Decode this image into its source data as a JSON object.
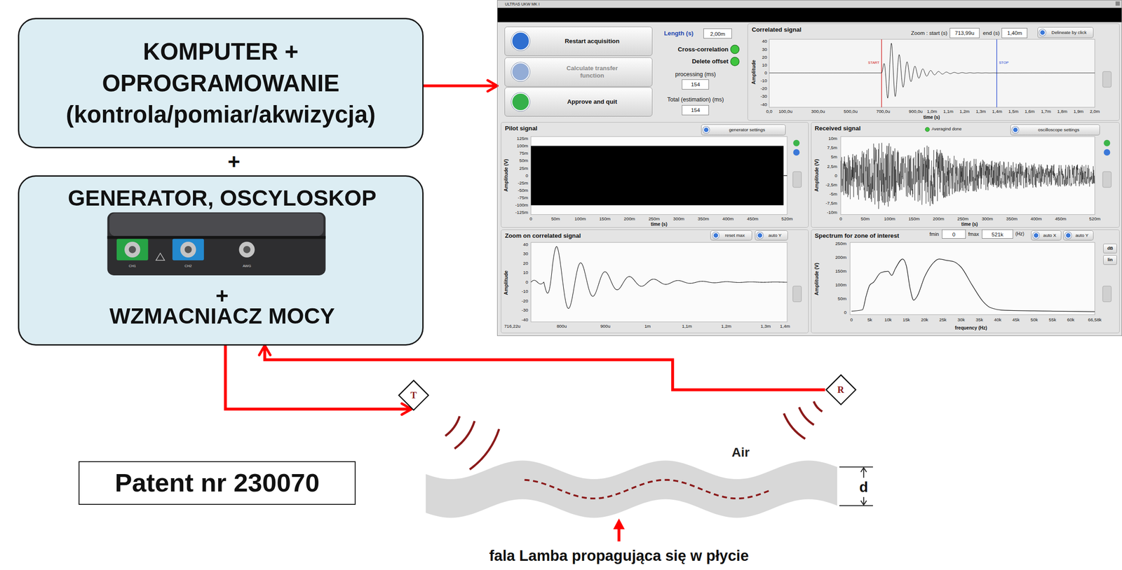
{
  "diagram": {
    "nodes": [
      {
        "text": [
          "KOMPUTER + OPROGRAMOWANIE (kontrola/pomiar/akwizycja)"
        ]
      },
      {
        "text": [
          "GENERATOR, OSCYLOSKOP",
          "+",
          "WZMACNIACZ MOCY"
        ]
      },
      {
        "text": [
          "ULTRAS UKW MK I"
        ]
      },
      {
        "text": [
          "Restart acquisition"
        ],
        "in": 2
      },
      {
        "text": [
          "Calculate transfer function"
        ],
        "in": 2
      },
      {
        "text": [
          "Approve and quit"
        ],
        "in": 2
      },
      {
        "text": [
          "2,00m"
        ],
        "in": 2
      },
      {
        "text": [
          "154"
        ],
        "in": 2
      },
      {
        "text": [
          "154"
        ],
        "in": 2
      },
      {
        "text": [
          "Correlated signal"
        ],
        "in": 2
      },
      {
        "text": [
          "713,99u"
        ],
        "in": 9
      },
      {
        "text": [
          "1,40m"
        ],
        "in": 9
      },
      {
        "text": [
          "Delineate by click"
        ],
        "in": 9
      },
      {
        "text": [
          "Pilot signal"
        ],
        "in": 2
      },
      {
        "text": [
          "generator settings"
        ],
        "in": 13
      },
      {
        "text": [
          "Received signal"
        ],
        "in": 2
      },
      {
        "text": [
          "oscilloscope settings"
        ],
        "in": 15
      },
      {
        "text": [
          "Zoom on correlated signal"
        ],
        "in": 2
      },
      {
        "text": [
          "reset max"
        ],
        "in": 17
      },
      {
        "text": [
          "auto Y"
        ],
        "in": 17
      },
      {
        "text": [
          "Spectrum for zone of interest"
        ],
        "in": 2
      },
      {
        "text": [
          "0"
        ],
        "in": 20
      },
      {
        "text": [
          "521k"
        ],
        "in": 20
      },
      {
        "text": [
          "auto X"
        ],
        "in": 20
      },
      {
        "text": [
          "auto Y"
        ],
        "in": 20
      },
      {
        "text": [
          "dB"
        ],
        "in": 20
      },
      {
        "text": [
          "lin"
        ],
        "in": 20
      },
      {
        "text": [
          "T"
        ]
      },
      {
        "text": [
          "R"
        ]
      },
      {
        "text": [
          "Patent nr 230070"
        ]
      }
    ],
    "edges": [
      {
        "from": 0,
        "to": 2,
        "arrow": "to"
      },
      {
        "from": 1,
        "to": 27,
        "arrow": "to"
      },
      {
        "from": 28,
        "to": 1,
        "arrow": "to"
      }
    ],
    "labels": [
      "+",
      "CH1",
      "CH2",
      "AWG",
      "Length (s)",
      "Cross-correlation",
      "Delete offset",
      "processing (ms)",
      "Total (estimation) (ms)",
      "Zoom : start (s)",
      "end (s)",
      "START",
      "STOP",
      "40",
      "30",
      "20",
      "10",
      "0",
      "-10",
      "-20",
      "-30",
      "-40",
      "0,0",
      "100,0u",
      "300,0u",
      "500,0u",
      "700,0u",
      "900,0u",
      "1,0m",
      "1,1m",
      "1,2m",
      "1,3m",
      "1,4m",
      "1,5m",
      "1,6m",
      "1,7m",
      "1,8m",
      "1,9m",
      "2,0m",
      "Amplitude",
      "time (s)",
      "125m",
      "100m",
      "75m",
      "50m",
      "25m",
      "0",
      "-25m",
      "-50m",
      "-75m",
      "-100m",
      "-125m",
      "0",
      "50m",
      "100m",
      "150m",
      "200m",
      "250m",
      "300m",
      "350m",
      "400m",
      "450m",
      "520m",
      "Amplitude (V)",
      "time (s)",
      "Averagind done",
      "10m",
      "7,5m",
      "5m",
      "2,5m",
      "0",
      "-2,5m",
      "-5m",
      "-7,5m",
      "-10m",
      "0",
      "50m",
      "100m",
      "150m",
      "200m",
      "250m",
      "300m",
      "350m",
      "400m",
      "450m",
      "520m",
      "Amplitude (V)",
      "time (s)",
      "40",
      "30",
      "20",
      "10",
      "0",
      "-10",
      "-20",
      "-30",
      "-40",
      "716,22u",
      "800u",
      "900u",
      "1m",
      "1,1m",
      "1,2m",
      "1,3m",
      "1,4m",
      "Amplitude",
      "fmin",
      "fmax",
      "(Hz)",
      "250m",
      "200m",
      "150m",
      "100m",
      "50m",
      "0",
      "0",
      "5k",
      "10k",
      "15k",
      "20k",
      "25k",
      "30k",
      "35k",
      "40k",
      "45k",
      "50k",
      "55k",
      "60k",
      "66,58k",
      "Amplitude (V)",
      "frequency (Hz)",
      "Air",
      "d",
      "fala Lamba propagująca się w płycie"
    ]
  }
}
